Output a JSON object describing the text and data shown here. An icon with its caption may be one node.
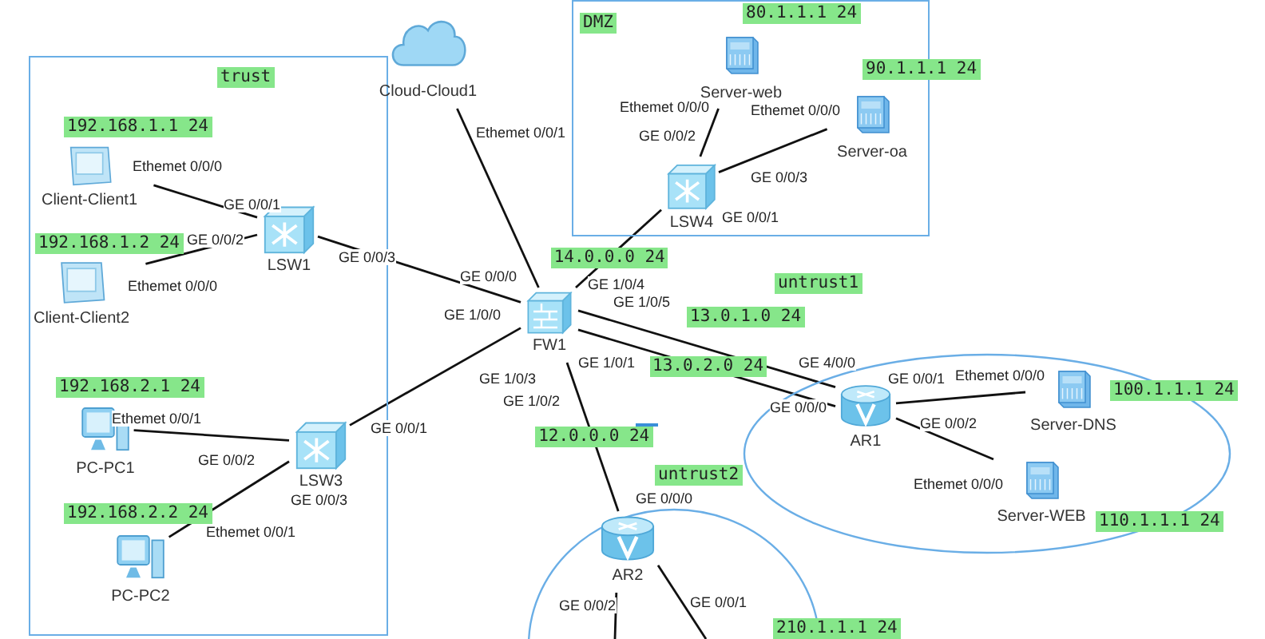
{
  "diagram": {
    "nodes": [
      {
        "text": [
          "trust"
        ]
      },
      {
        "text": [
          "DMZ"
        ]
      },
      {
        "text": [
          "untrust1"
        ]
      },
      {
        "text": [
          "untrust2"
        ]
      },
      {
        "text": [
          "Client-Client1"
        ],
        "in": 0,
        "beside": [
          "192.168.1.1 24"
        ]
      },
      {
        "text": [
          "Client-Client2"
        ],
        "in": 0,
        "beside": [
          "192.168.1.2 24"
        ]
      },
      {
        "text": [
          "LSW1"
        ],
        "in": 0
      },
      {
        "text": [
          "PC-PC1"
        ],
        "in": 0,
        "beside": [
          "192.168.2.1 24"
        ]
      },
      {
        "text": [
          "PC-PC2"
        ],
        "in": 0,
        "beside": [
          "192.168.2.2 24"
        ]
      },
      {
        "text": [
          "LSW3"
        ],
        "in": 0
      },
      {
        "text": [
          "Cloud-Cloud1"
        ]
      },
      {
        "text": [
          "Server-web"
        ],
        "in": 1,
        "beside": [
          "80.1.1.1 24"
        ]
      },
      {
        "text": [
          "Server-oa"
        ],
        "in": 1,
        "beside": [
          "90.1.1.1 24"
        ]
      },
      {
        "text": [
          "LSW4"
        ],
        "in": 1
      },
      {
        "text": [
          "FW1"
        ]
      },
      {
        "text": [
          "AR1"
        ],
        "in": 2
      },
      {
        "text": [
          "Server-DNS"
        ],
        "in": 2,
        "beside": [
          "100.1.1.1 24"
        ]
      },
      {
        "text": [
          "Server-WEB"
        ],
        "in": 2,
        "beside": [
          "110.1.1.1 24"
        ]
      },
      {
        "text": [
          "AR2"
        ],
        "in": 3
      }
    ],
    "edges": [
      {
        "from": 4,
        "to": 6,
        "arrow": "none"
      },
      {
        "from": 5,
        "to": 6,
        "arrow": "none"
      },
      {
        "from": 6,
        "to": 14,
        "arrow": "none"
      },
      {
        "from": 7,
        "to": 9,
        "arrow": "none"
      },
      {
        "from": 8,
        "to": 9,
        "arrow": "none"
      },
      {
        "from": 9,
        "to": 14,
        "arrow": "none"
      },
      {
        "from": 10,
        "to": 14,
        "arrow": "none"
      },
      {
        "from": 11,
        "to": 13,
        "arrow": "none"
      },
      {
        "from": 12,
        "to": 13,
        "arrow": "none"
      },
      {
        "from": 13,
        "to": 14,
        "arrow": "none",
        "label": "14.0.0.0 24"
      },
      {
        "from": 14,
        "to": 15,
        "arrow": "none",
        "label": "13.0.1.0 24"
      },
      {
        "from": 14,
        "to": 15,
        "arrow": "none",
        "label": "13.0.2.0 24"
      },
      {
        "from": 15,
        "to": 16,
        "arrow": "none"
      },
      {
        "from": 15,
        "to": 17,
        "arrow": "none"
      },
      {
        "from": 14,
        "to": 18,
        "arrow": "none",
        "label": "12.0.0.0 24"
      },
      {
        "from": 18,
        "to": null,
        "arrow": "none"
      },
      {
        "from": 18,
        "to": null,
        "arrow": "none"
      }
    ],
    "labels": [
      "Ethemet 0/0/0",
      "GE 0/0/1",
      "GE 0/0/2",
      "Ethemet 0/0/0",
      "GE 0/0/3",
      "Ethemet 0/0/1",
      "GE 0/0/2",
      "GE 0/0/3",
      "Ethemet 0/0/1",
      "GE 0/0/1",
      "Ethemet 0/0/1",
      "Ethemet 0/0/0",
      "GE 0/0/2",
      "Ethemet 0/0/0",
      "GE 0/0/3",
      "GE 0/0/1",
      "GE 0/0/0",
      "GE 1/0/4",
      "GE 1/0/0",
      "GE 1/0/5",
      "GE 1/0/3",
      "GE 1/0/1",
      "GE 1/0/2",
      "GE 4/0/0",
      "GE 0/0/0",
      "GE 0/0/1",
      "Ethemet 0/0/0",
      "GE 0/0/2",
      "Ethemet 0/0/0",
      "GE 0/0/0",
      "GE 0/0/2",
      "GE 0/0/1",
      "210.1.1.1 24"
    ]
  }
}
